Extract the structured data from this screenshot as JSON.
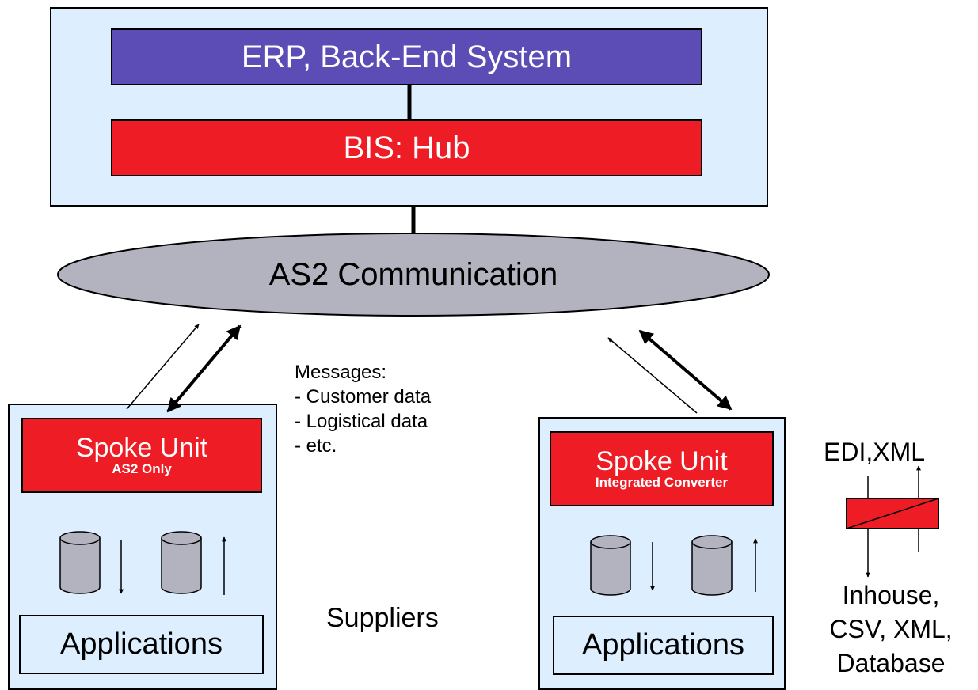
{
  "hub_site": {
    "erp_label": "ERP, Back-End System",
    "hub_label": "BIS: Hub"
  },
  "network": {
    "label": "AS2 Communication"
  },
  "messages": {
    "heading": "Messages:",
    "items": [
      "- Customer data",
      "- Logistical data",
      "- etc."
    ]
  },
  "suppliers_label": "Suppliers",
  "spoke_left": {
    "title": "Spoke Unit",
    "subtitle": "AS2 Only",
    "apps_label": "Applications"
  },
  "spoke_right": {
    "title": "Spoke Unit",
    "subtitle": "Integrated Converter",
    "apps_label": "Applications"
  },
  "converter": {
    "top_label": "EDI,XML",
    "bottom_lines": [
      "Inhouse,",
      "CSV, XML,",
      "Database"
    ]
  },
  "colors": {
    "panel": "#ddeeff",
    "erp": "#5b4db5",
    "hub": "#ee1c25",
    "network": "#b3b3bf",
    "database": "#b3b3bf"
  }
}
